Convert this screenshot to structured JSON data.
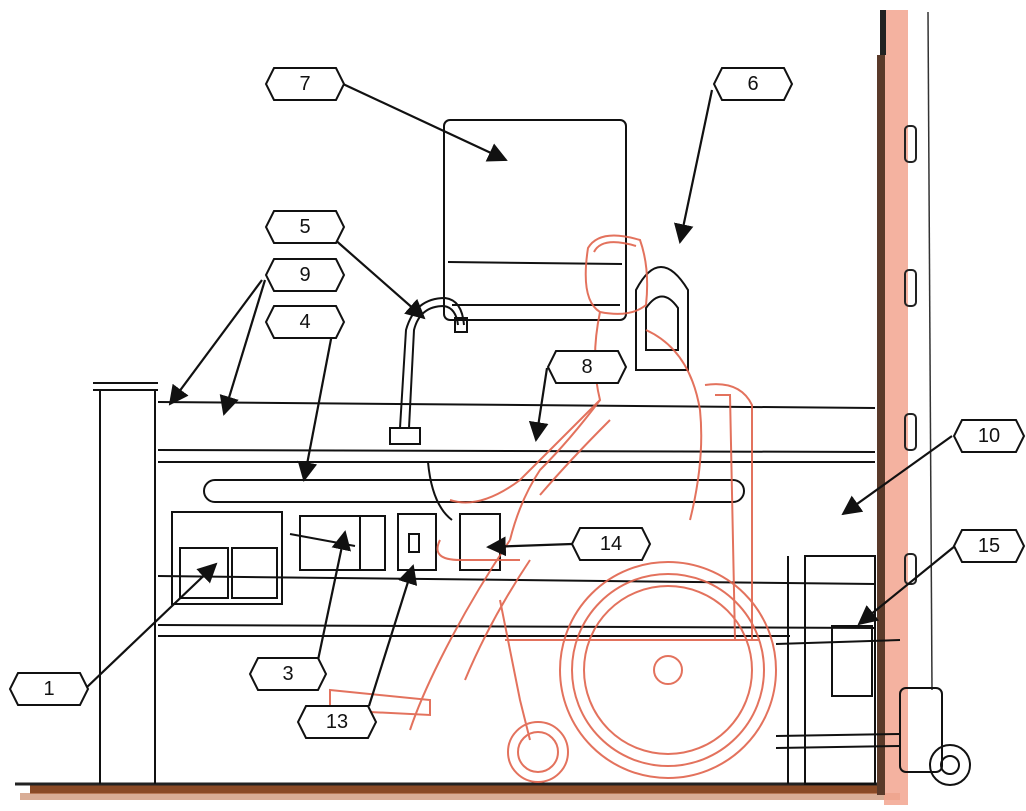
{
  "callouts": [
    {
      "id": "c1",
      "label": "1"
    },
    {
      "id": "c3",
      "label": "3"
    },
    {
      "id": "c4",
      "label": "4"
    },
    {
      "id": "c5",
      "label": "5"
    },
    {
      "id": "c6",
      "label": "6"
    },
    {
      "id": "c7",
      "label": "7"
    },
    {
      "id": "c8",
      "label": "8"
    },
    {
      "id": "c9",
      "label": "9"
    },
    {
      "id": "c10",
      "label": "10"
    },
    {
      "id": "c13",
      "label": "13"
    },
    {
      "id": "c14",
      "label": "14"
    },
    {
      "id": "c15",
      "label": "15"
    }
  ],
  "colors": {
    "ink": "#111111",
    "figure": "#e0634c",
    "floor": "#8a4a26",
    "wall_shadow": "#f2a58f",
    "background": "#ffffff"
  }
}
